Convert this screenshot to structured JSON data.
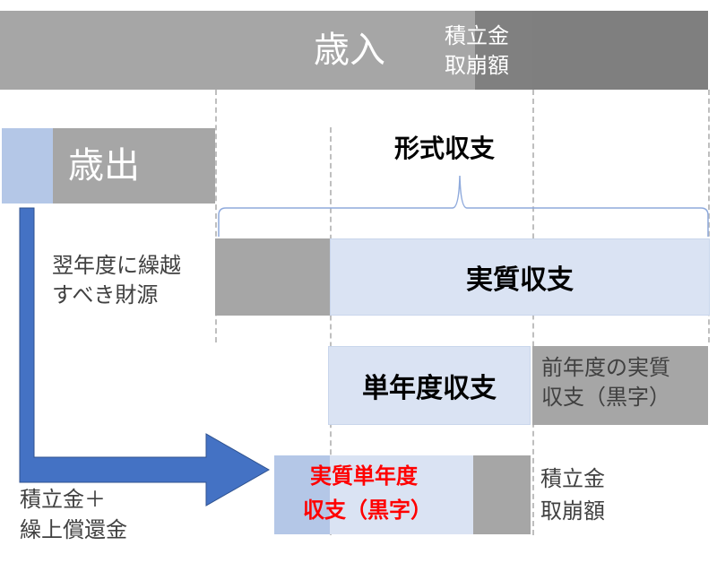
{
  "revenue": {
    "label": "歳入",
    "reserve_label_1": "積立金",
    "reserve_label_2": "取崩額"
  },
  "expenditure": {
    "label": "歳出"
  },
  "formal_balance": {
    "label": "形式収支"
  },
  "carryover": {
    "line1": "翌年度に繰越",
    "line2": "すべき財源"
  },
  "real_balance": {
    "label": "実質収支"
  },
  "single_year_balance": {
    "label": "単年度収支"
  },
  "prev_year": {
    "line1": "前年度の実質",
    "line2": "収支（黒字）"
  },
  "real_single_year": {
    "line1": "実質単年度",
    "line2": "収支（黒字）"
  },
  "reserve_withdrawal": {
    "line1": "積立金",
    "line2": "取崩額"
  },
  "reserve_plus": {
    "line1": "積立金＋",
    "line2": "繰上償還金"
  },
  "colors": {
    "accent_red": "#ff0000",
    "arrow_blue": "#4472c4"
  }
}
